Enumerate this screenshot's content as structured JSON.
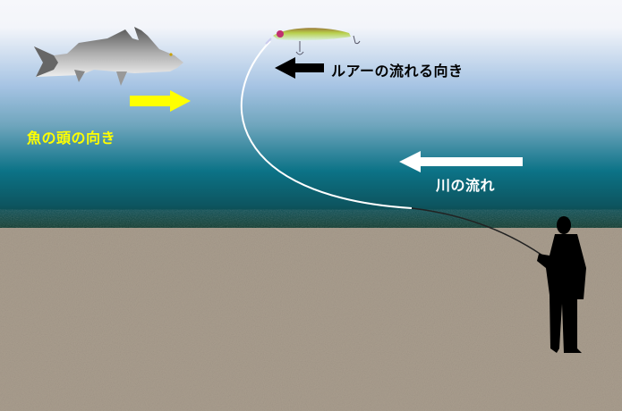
{
  "labels": {
    "fish_direction": "魚の頭の向き",
    "lure_direction": "ルアーの流れる向き",
    "river_flow": "川の流れ"
  },
  "colors": {
    "fish_arrow": "#ffff00",
    "lure_arrow": "#000000",
    "river_arrow": "#ffffff",
    "ground": "#a99d8e",
    "water_deep": "#0e3c30"
  }
}
